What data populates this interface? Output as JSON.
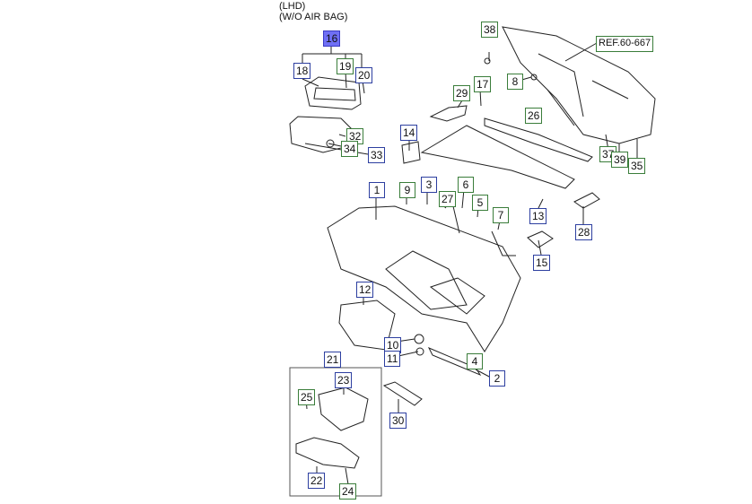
{
  "header": {
    "line1": "(LHD)",
    "line2": "(W/O AIR BAG)"
  },
  "ref_label": "REF.60-667",
  "callouts": [
    {
      "id": "c16",
      "label": "16",
      "style": "selected"
    },
    {
      "id": "c18",
      "label": "18",
      "style": "blue"
    },
    {
      "id": "c19",
      "label": "19",
      "style": "green"
    },
    {
      "id": "c20",
      "label": "20",
      "style": "blue"
    },
    {
      "id": "c32",
      "label": "32",
      "style": "green"
    },
    {
      "id": "c34",
      "label": "34",
      "style": "green"
    },
    {
      "id": "c33",
      "label": "33",
      "style": "blue"
    },
    {
      "id": "c38",
      "label": "38",
      "style": "green"
    },
    {
      "id": "c8",
      "label": "8",
      "style": "green"
    },
    {
      "id": "c29",
      "label": "29",
      "style": "green"
    },
    {
      "id": "c17",
      "label": "17",
      "style": "green"
    },
    {
      "id": "c26",
      "label": "26",
      "style": "green"
    },
    {
      "id": "c14",
      "label": "14",
      "style": "blue"
    },
    {
      "id": "c37",
      "label": "37",
      "style": "green"
    },
    {
      "id": "c39",
      "label": "39",
      "style": "green"
    },
    {
      "id": "c35",
      "label": "35",
      "style": "green"
    },
    {
      "id": "c1",
      "label": "1",
      "style": "blue"
    },
    {
      "id": "c9",
      "label": "9",
      "style": "green"
    },
    {
      "id": "c3",
      "label": "3",
      "style": "blue"
    },
    {
      "id": "c27",
      "label": "27",
      "style": "green"
    },
    {
      "id": "c6",
      "label": "6",
      "style": "green"
    },
    {
      "id": "c5",
      "label": "5",
      "style": "green"
    },
    {
      "id": "c7",
      "label": "7",
      "style": "green"
    },
    {
      "id": "c13",
      "label": "13",
      "style": "blue"
    },
    {
      "id": "c28",
      "label": "28",
      "style": "blue"
    },
    {
      "id": "c15",
      "label": "15",
      "style": "blue"
    },
    {
      "id": "c12",
      "label": "12",
      "style": "blue"
    },
    {
      "id": "c10",
      "label": "10",
      "style": "blue"
    },
    {
      "id": "c11",
      "label": "11",
      "style": "blue"
    },
    {
      "id": "c4",
      "label": "4",
      "style": "green"
    },
    {
      "id": "c2",
      "label": "2",
      "style": "blue"
    },
    {
      "id": "c21",
      "label": "21",
      "style": "blue"
    },
    {
      "id": "c23",
      "label": "23",
      "style": "blue"
    },
    {
      "id": "c25",
      "label": "25",
      "style": "green"
    },
    {
      "id": "c30",
      "label": "30",
      "style": "blue"
    },
    {
      "id": "c22",
      "label": "22",
      "style": "blue"
    },
    {
      "id": "c24",
      "label": "24",
      "style": "green"
    }
  ],
  "colors": {
    "blue_border": "#2d3fa0",
    "green_border": "#3a7d3a",
    "selected_fill": "#6f6ff5"
  }
}
